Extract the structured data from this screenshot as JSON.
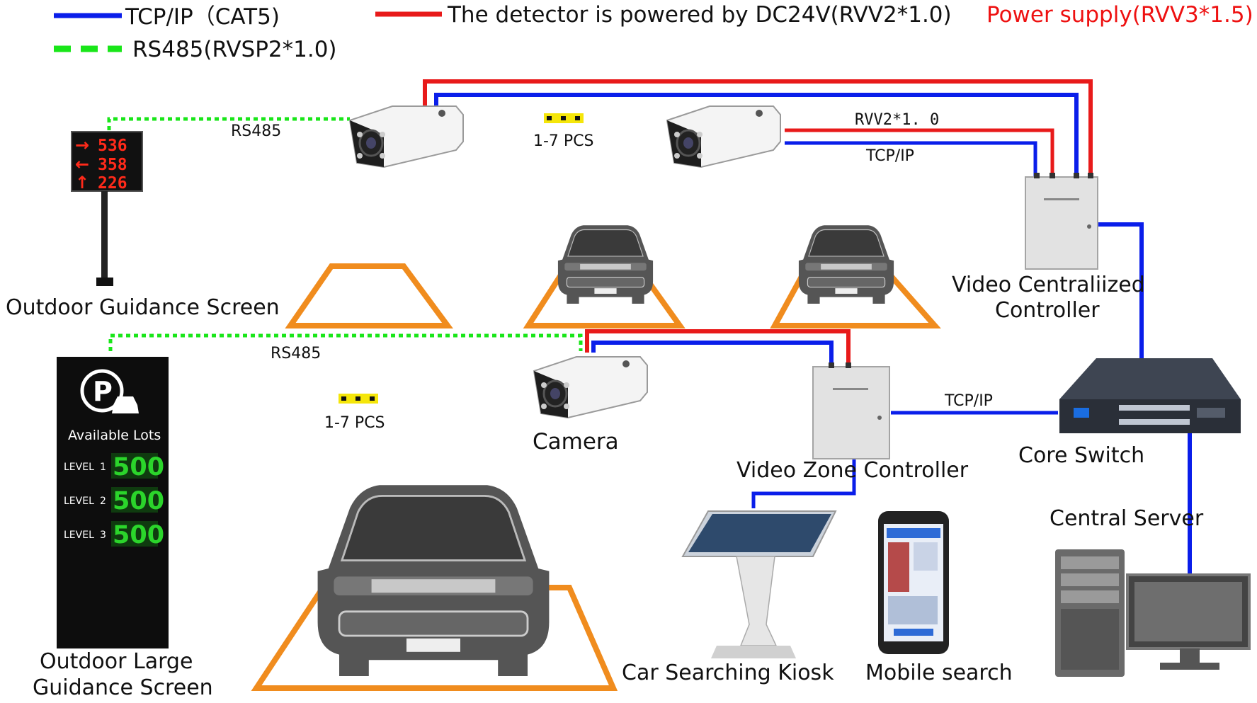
{
  "legend": {
    "tcp_ip": "TCP/IP（CAT5)",
    "rs485": "RS485(RVSP2*1.0)",
    "dc24v": "The detector is powered by DC24V(RVV2*1.0)",
    "power_supply": "Power supply(RVV3*1.5)"
  },
  "wire_labels": {
    "rs485_top": "RS485",
    "rs485_mid": "RS485",
    "rvv": "RVV2*1. 0",
    "tcp_top": "TCP/IP",
    "tcp_mid": "TCP/IP"
  },
  "counts": {
    "top": "1-7 PCS",
    "mid": "1-7 PCS"
  },
  "devices": {
    "outdoor_guidance_screen": "Outdoor Guidance Screen",
    "video_centralized_line1": "Video Centraliized",
    "video_centralized_line2": "Controller",
    "camera": "Camera",
    "video_zone_controller": "Video Zone Controller",
    "core_switch": "Core Switch",
    "central_server": "Central Server",
    "car_searching_kiosk": "Car Searching Kiosk",
    "mobile_search": "Mobile search",
    "outdoor_large_line1": "Outdoor Large",
    "outdoor_large_line2": "Guidance Screen"
  },
  "guidance_screen": {
    "rows": [
      "536",
      "358",
      "226"
    ]
  },
  "large_screen": {
    "title": "Available Lots",
    "levels": [
      {
        "label": "LEVEL",
        "num": "1",
        "value": "500"
      },
      {
        "label": "LEVEL",
        "num": "2",
        "value": "500"
      },
      {
        "label": "LEVEL",
        "num": "3",
        "value": "500"
      }
    ]
  },
  "colors": {
    "tcp": "#0a1eea",
    "rs485": "#19e619",
    "dc": "#e81a1a",
    "power_text": "#ee1111",
    "slot": "#f08c1e",
    "led_red": "#ff2a1a",
    "led_green": "#2bd52b"
  }
}
